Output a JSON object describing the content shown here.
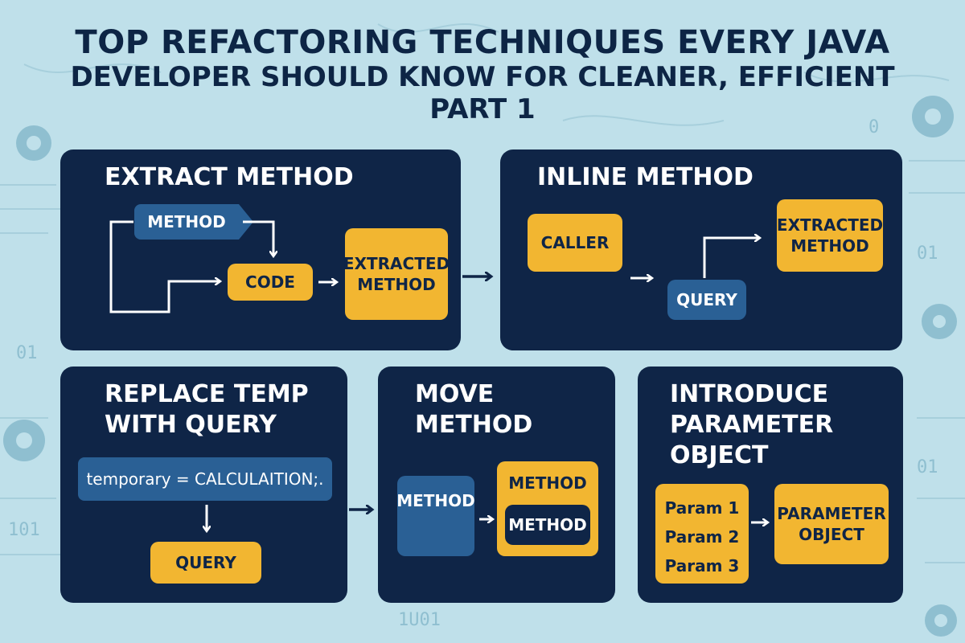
{
  "title": {
    "line1": "Top Refactoring Techniques Every Java",
    "line2": "Developer Should Know for Cleaner, Efficient",
    "line3": "Part 1"
  },
  "background": {
    "binary_1": "01",
    "binary_2": "01",
    "binary_3": "01",
    "binary_4": "101",
    "binary_5": "1U01",
    "binary_6": "0",
    "gear_icon": "gear-icon"
  },
  "panels": {
    "extract_method": {
      "title": "Extract Method",
      "method_label": "Method",
      "code_label": "Code",
      "extracted_label": "Extracted Method"
    },
    "inline_method": {
      "title": "Inline Method",
      "caller_label": "Caller",
      "query_label": "Query",
      "extracted_label": "Extracted Method"
    },
    "replace_temp": {
      "title_line1": "Replace Temp",
      "title_line2": "with Query",
      "code_text": "temporary = CALCULAITION;.",
      "query_label": "Query"
    },
    "move_method": {
      "title_line1": "Move",
      "title_line2": "Method",
      "source_label": "Method",
      "target_label": "Method",
      "inner_label": "Method"
    },
    "introduce_param": {
      "title_line1": "Introduce",
      "title_line2": "Parameter",
      "title_line3": "Object",
      "params": [
        "Param 1",
        "Param 2",
        "Param 3"
      ],
      "object_label": "Parameter Object"
    }
  },
  "colors": {
    "background": "#bfe0ea",
    "panel": "#0f2547",
    "gold": "#f2b631",
    "blue": "#2a6095"
  }
}
